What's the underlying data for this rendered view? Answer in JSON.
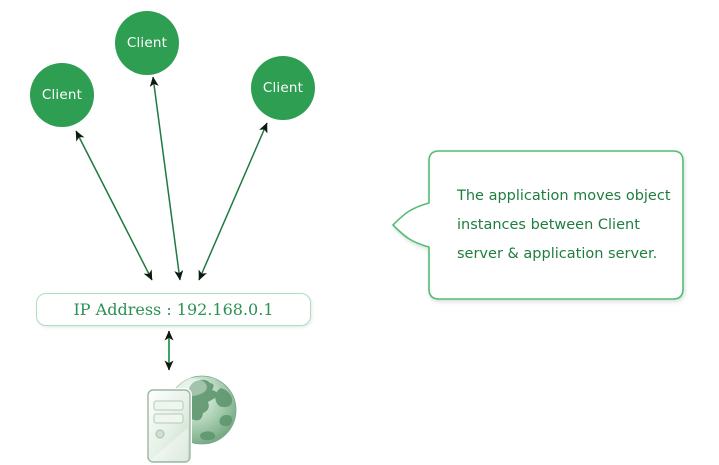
{
  "clients": [
    {
      "label": "Client"
    },
    {
      "label": "Client"
    },
    {
      "label": "Client"
    }
  ],
  "ip_box": {
    "label": "IP Address : 192.168.0.1"
  },
  "callout": {
    "lines": [
      "The application moves object",
      "instances between Client",
      "server & application server."
    ]
  },
  "icons": {
    "server": "server-globe-icon"
  },
  "colors": {
    "node-fill": "#2E9E52",
    "node-text": "#FFFFFF",
    "arrow-shaft": "#1E7A40",
    "arrow-head": "#101810",
    "link-shaft": "#3BA562",
    "box-border": "#AEE0BD",
    "box-text": "#2B9152",
    "callout-border": "#52BE74",
    "callout-text": "#1F7D3F"
  }
}
